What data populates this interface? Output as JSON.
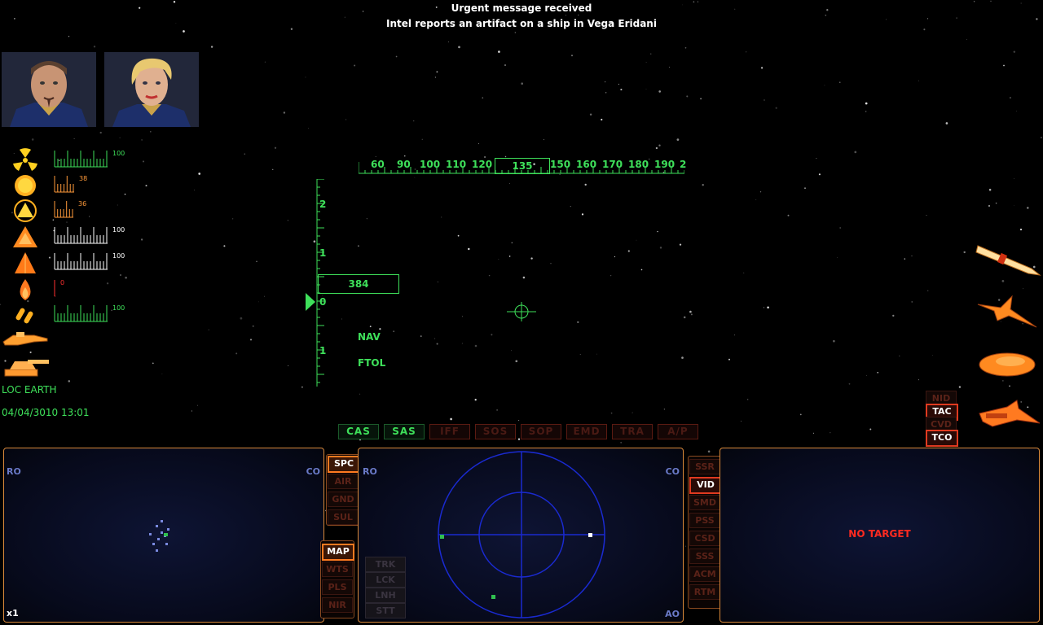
{
  "message": {
    "line1": "Urgent message received",
    "line2": "Intel reports an artifact on a ship in Vega Eridani"
  },
  "status_gauges": [
    {
      "icon": "radiation-icon",
      "value": "100",
      "color": "#3ee05a",
      "fill": 1.0
    },
    {
      "icon": "sun-icon",
      "value": "38",
      "color": "#ff9a3a",
      "fill": 0.38
    },
    {
      "icon": "triangle-shield-icon",
      "value": "36",
      "color": "#ff9a3a",
      "fill": 0.36
    },
    {
      "icon": "warning-triangle-icon",
      "value": "100",
      "color": "#ffffff",
      "fill": 1.0
    },
    {
      "icon": "cone-triangle-icon",
      "value": "100",
      "color": "#ffffff",
      "fill": 1.0
    },
    {
      "icon": "flame-icon",
      "value": "0",
      "color": "#ff3030",
      "fill": 0.0
    },
    {
      "icon": "missile-pair-icon",
      "value": "100",
      "color": "#3ee05a",
      "fill": 1.0
    }
  ],
  "location": "LOC EARTH",
  "datetime": "04/04/3010 13:01",
  "hud": {
    "heading_labels": [
      "60",
      "90",
      "100",
      "110",
      "120",
      "150",
      "160",
      "170",
      "180",
      "190",
      "2"
    ],
    "heading_current": "135",
    "pitch_labels": [
      "2",
      "1",
      "0",
      "1"
    ],
    "speed": "384",
    "mode1": "NAV",
    "mode2": "FTOL"
  },
  "systems": [
    {
      "label": "CAS",
      "active": true
    },
    {
      "label": "SAS",
      "active": true
    },
    {
      "label": "IFF",
      "active": false
    },
    {
      "label": "SOS",
      "active": false
    },
    {
      "label": "SOP",
      "active": false
    },
    {
      "label": "EMD",
      "active": false
    },
    {
      "label": "TRA",
      "active": false
    },
    {
      "label": "A/P",
      "active": false
    }
  ],
  "right_view_buttons": [
    {
      "label": "NID",
      "active": false
    },
    {
      "label": "TAC",
      "active": true
    },
    {
      "label": "CVD",
      "active": false
    },
    {
      "label": "TCO",
      "active": true
    }
  ],
  "left_panel": {
    "corner_tl": "RO",
    "corner_tr": "CO",
    "zoom": "x1"
  },
  "scan_buttons": [
    {
      "label": "SPC",
      "active": true
    },
    {
      "label": "AIR",
      "active": false
    },
    {
      "label": "GND",
      "active": false
    },
    {
      "label": "SUL",
      "active": false
    }
  ],
  "map_buttons": [
    {
      "label": "MAP",
      "active": true
    },
    {
      "label": "WTS",
      "active": false
    },
    {
      "label": "PLS",
      "active": false
    },
    {
      "label": "NIR",
      "active": false
    }
  ],
  "radar_panel": {
    "corner_tl": "RO",
    "corner_tr": "CO",
    "corner_br": "AO"
  },
  "lock_buttons": [
    {
      "label": "TRK"
    },
    {
      "label": "LCK"
    },
    {
      "label": "LNH"
    },
    {
      "label": "STT"
    }
  ],
  "sensor_buttons": [
    {
      "label": "SSR",
      "active": false
    },
    {
      "label": "VID",
      "active": true
    },
    {
      "label": "SMD",
      "active": false
    },
    {
      "label": "PSS",
      "active": false
    },
    {
      "label": "CSD",
      "active": false
    },
    {
      "label": "SSS",
      "active": false
    },
    {
      "label": "ACM",
      "active": false
    },
    {
      "label": "RTM",
      "active": false
    }
  ],
  "target_panel": {
    "text": "NO TARGET"
  },
  "colors": {
    "hud_green": "#3ee05a",
    "panel_border": "#d9893a",
    "active_red": "#e03a20",
    "radar_blue": "#1a2ad0"
  }
}
